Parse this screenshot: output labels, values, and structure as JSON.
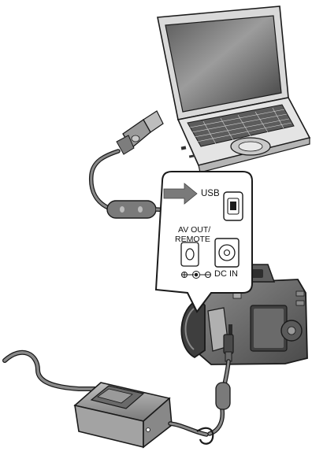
{
  "labels": {
    "usb": "USB",
    "av_out_line1": "AV OUT/",
    "av_out_line2": "REMOTE",
    "dc_in": "DC IN"
  },
  "colors": {
    "outline": "#1a1a1a",
    "cable": "#8a8a8a",
    "camera_body": "#6e6e6e",
    "adapter_body": "#9a9a9a",
    "arrow": "#7a7a7a"
  },
  "icons": [
    "laptop-icon",
    "usb-connector-icon",
    "camera-icon",
    "ac-adapter-icon",
    "arrow-right-icon",
    "dc-polarity-icon"
  ]
}
